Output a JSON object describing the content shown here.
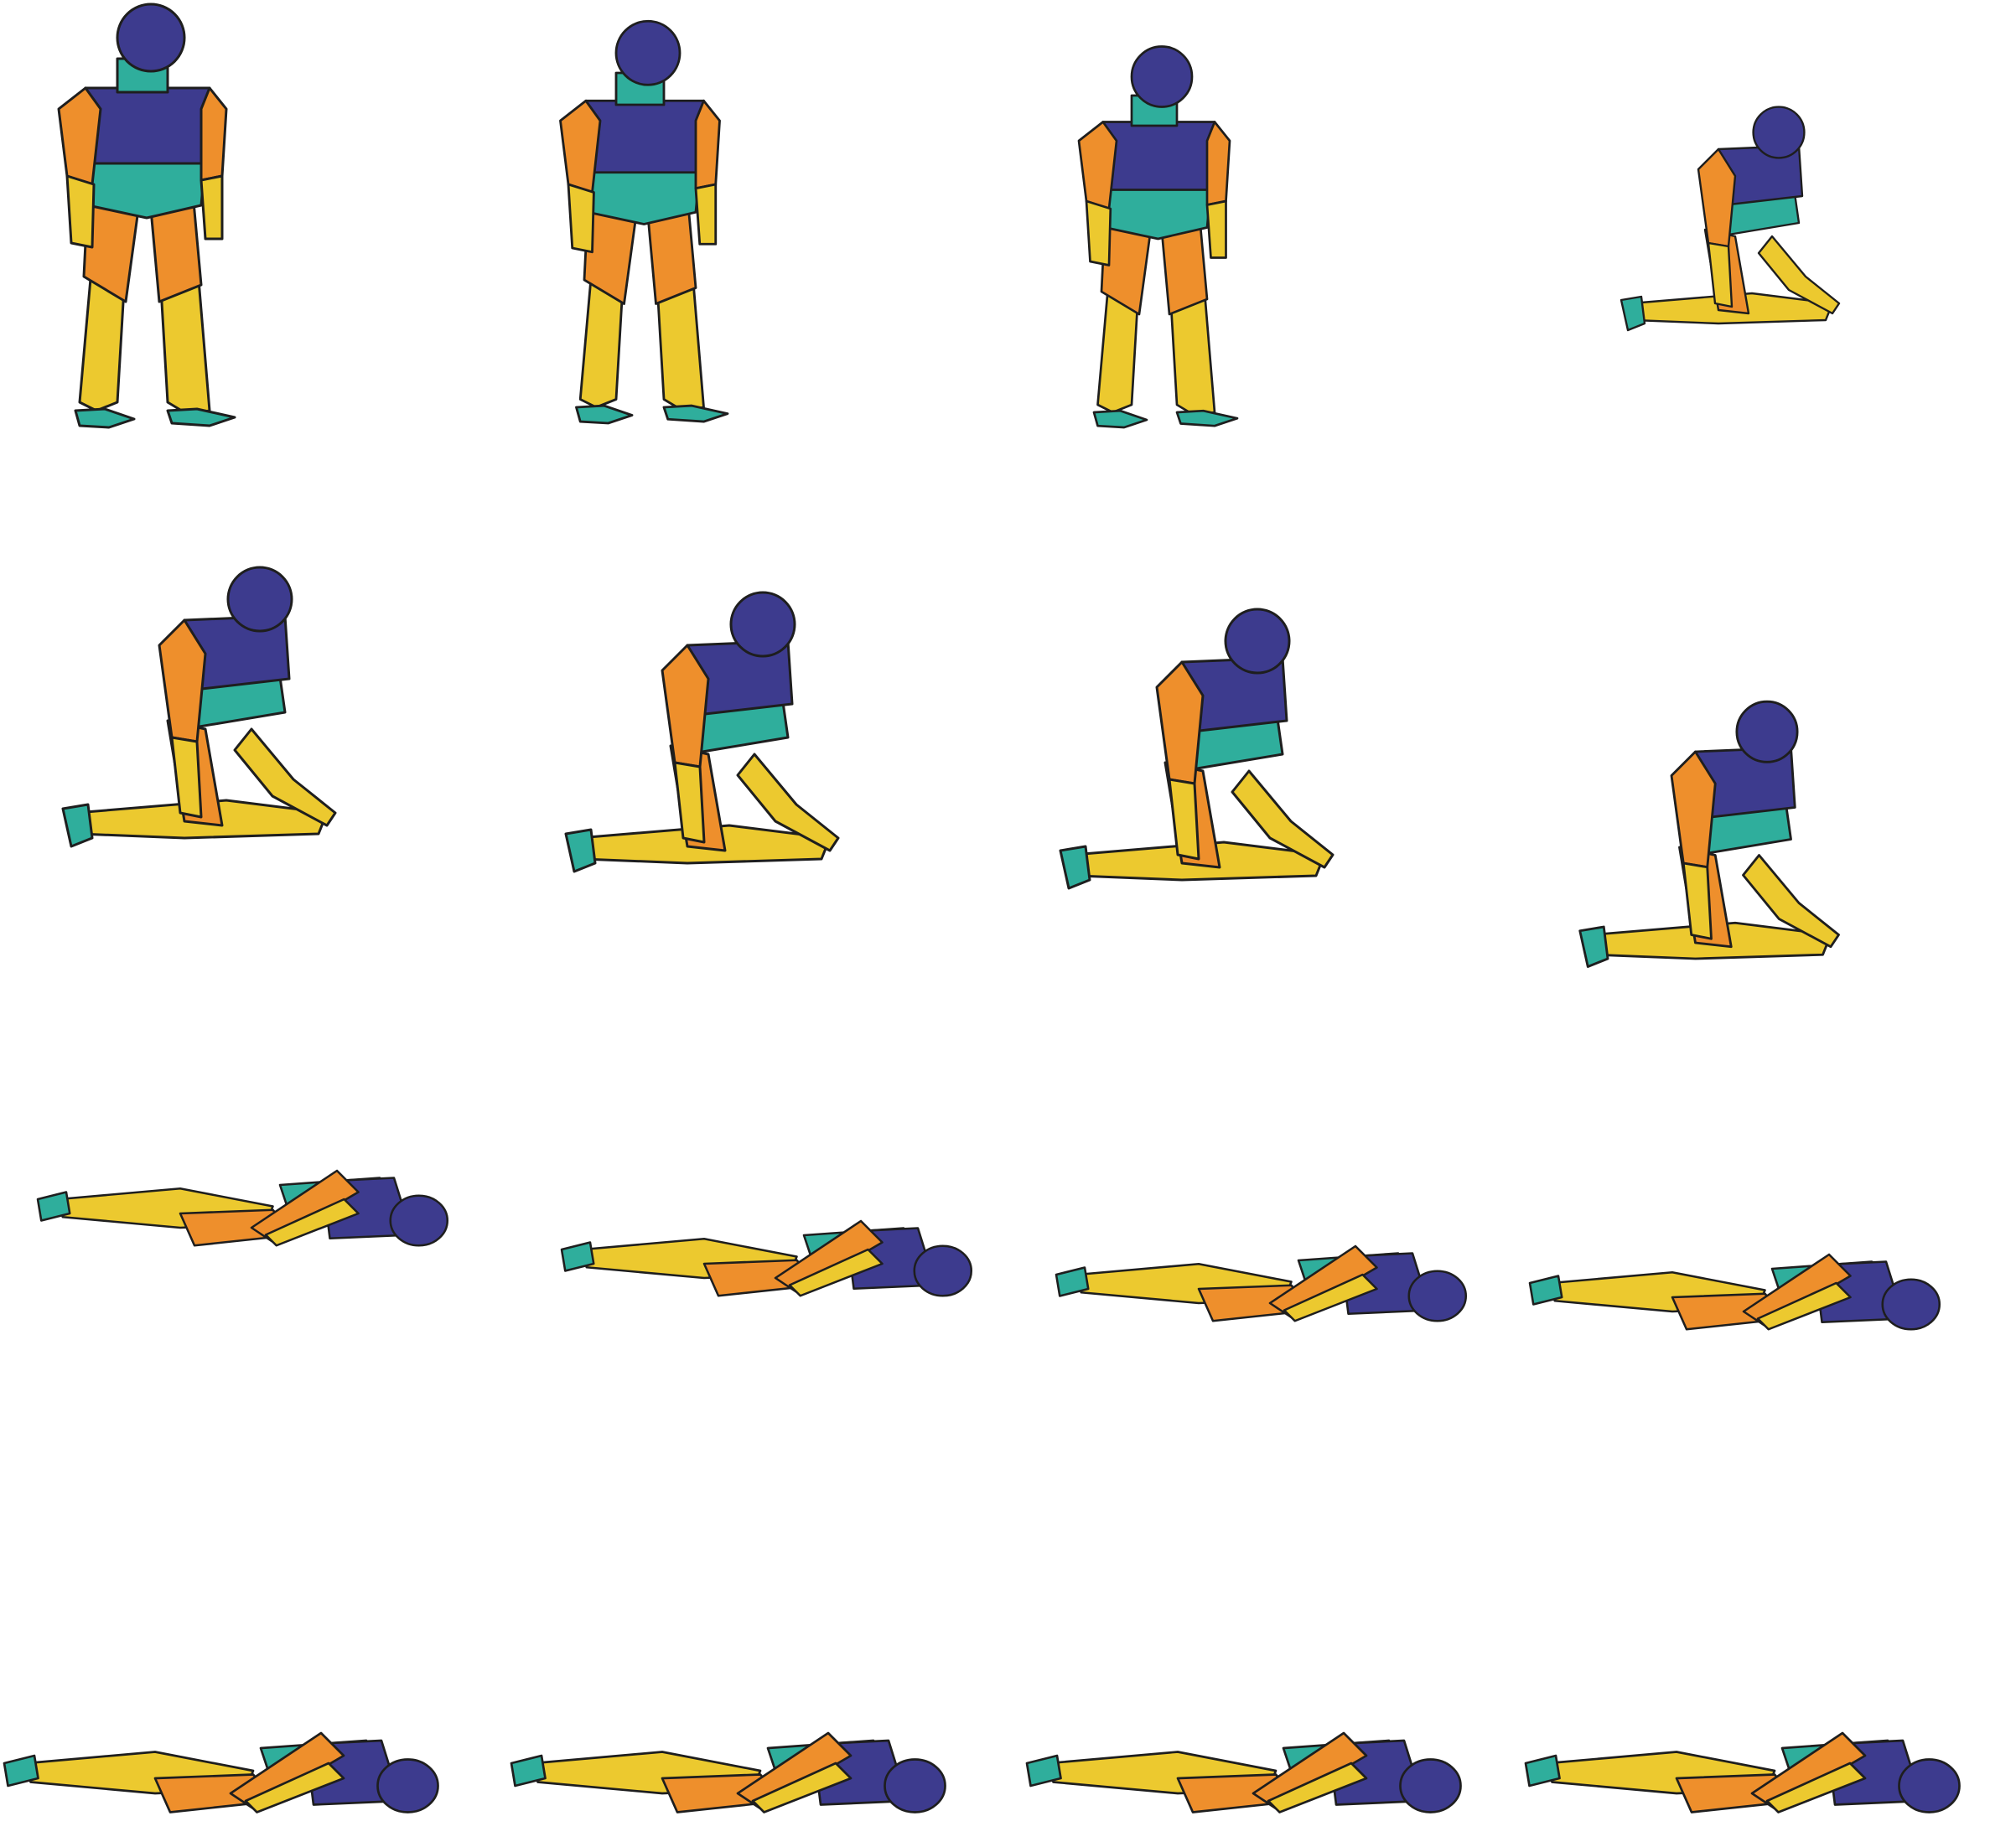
{
  "sheet": {
    "description_colors": {
      "head_torso": "#3d3b8e",
      "neck_waist_hands_feet": "#2fae9c",
      "upper_limbs": "#ee8f2c",
      "lower_limbs": "#ecc92f",
      "outline": "#1e1e1e",
      "background": "#ffffff"
    },
    "frames": [
      {
        "pose": "standing"
      },
      {
        "pose": "knees-bending"
      },
      {
        "pose": "crouch-lunge"
      },
      {
        "pose": "kneeling-low"
      },
      {
        "pose": "kneeling"
      },
      {
        "pose": "kneeling-lean"
      },
      {
        "pose": "kneeling-lean-forward"
      },
      {
        "pose": "falling-forward"
      },
      {
        "pose": "falling-low"
      },
      {
        "pose": "falling-lower"
      },
      {
        "pose": "lying-down"
      },
      {
        "pose": "lying-flat"
      },
      {
        "pose": "lying-flat"
      },
      {
        "pose": "lying-flat"
      },
      {
        "pose": "lying-flat"
      },
      {
        "pose": "lying-flat"
      }
    ]
  }
}
